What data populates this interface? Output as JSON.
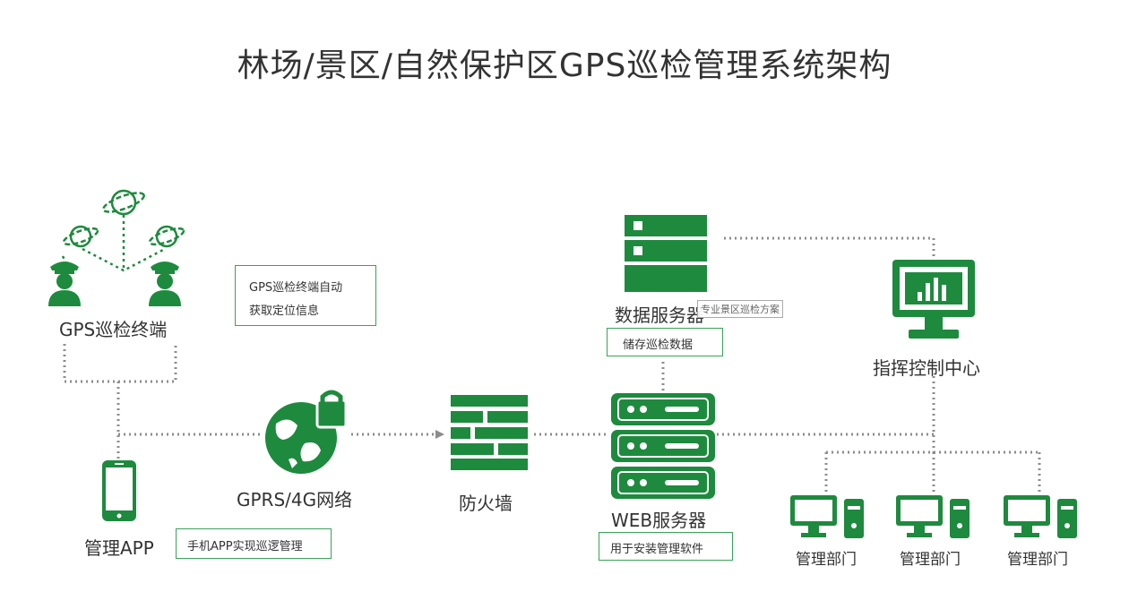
{
  "title": "林场/景区/自然保护区GPS巡检管理系统架构",
  "colors": {
    "accent": "#1e8a3e",
    "line": "#8c8c8c"
  },
  "nodes": {
    "gps_terminal": {
      "label": "GPS巡检终端",
      "icon": "guard-satellite-icon"
    },
    "mobile_app": {
      "label": "管理APP",
      "icon": "mobile-phone-icon"
    },
    "network": {
      "label": "GPRS/4G网络",
      "icon": "globe-lock-icon"
    },
    "firewall": {
      "label": "防火墙",
      "icon": "brick-wall-icon"
    },
    "data_server": {
      "label": "数据服务器",
      "icon": "server-rack-icon"
    },
    "web_server": {
      "label": "WEB服务器",
      "icon": "server-stack-icon"
    },
    "command_center": {
      "label": "指挥控制中心",
      "icon": "monitor-chart-icon"
    },
    "departments": [
      {
        "label": "管理部门",
        "icon": "desktop-computer-icon"
      },
      {
        "label": "管理部门",
        "icon": "desktop-computer-icon"
      },
      {
        "label": "管理部门",
        "icon": "desktop-computer-icon"
      }
    ]
  },
  "notes": {
    "gps_line1": "GPS巡检终端自动",
    "gps_line2": "获取定位信息",
    "app": "手机APP实现巡逻管理",
    "data_server": "储存巡检数据",
    "web_server": "用于安装管理软件"
  },
  "watermark": "专业景区巡检方案"
}
